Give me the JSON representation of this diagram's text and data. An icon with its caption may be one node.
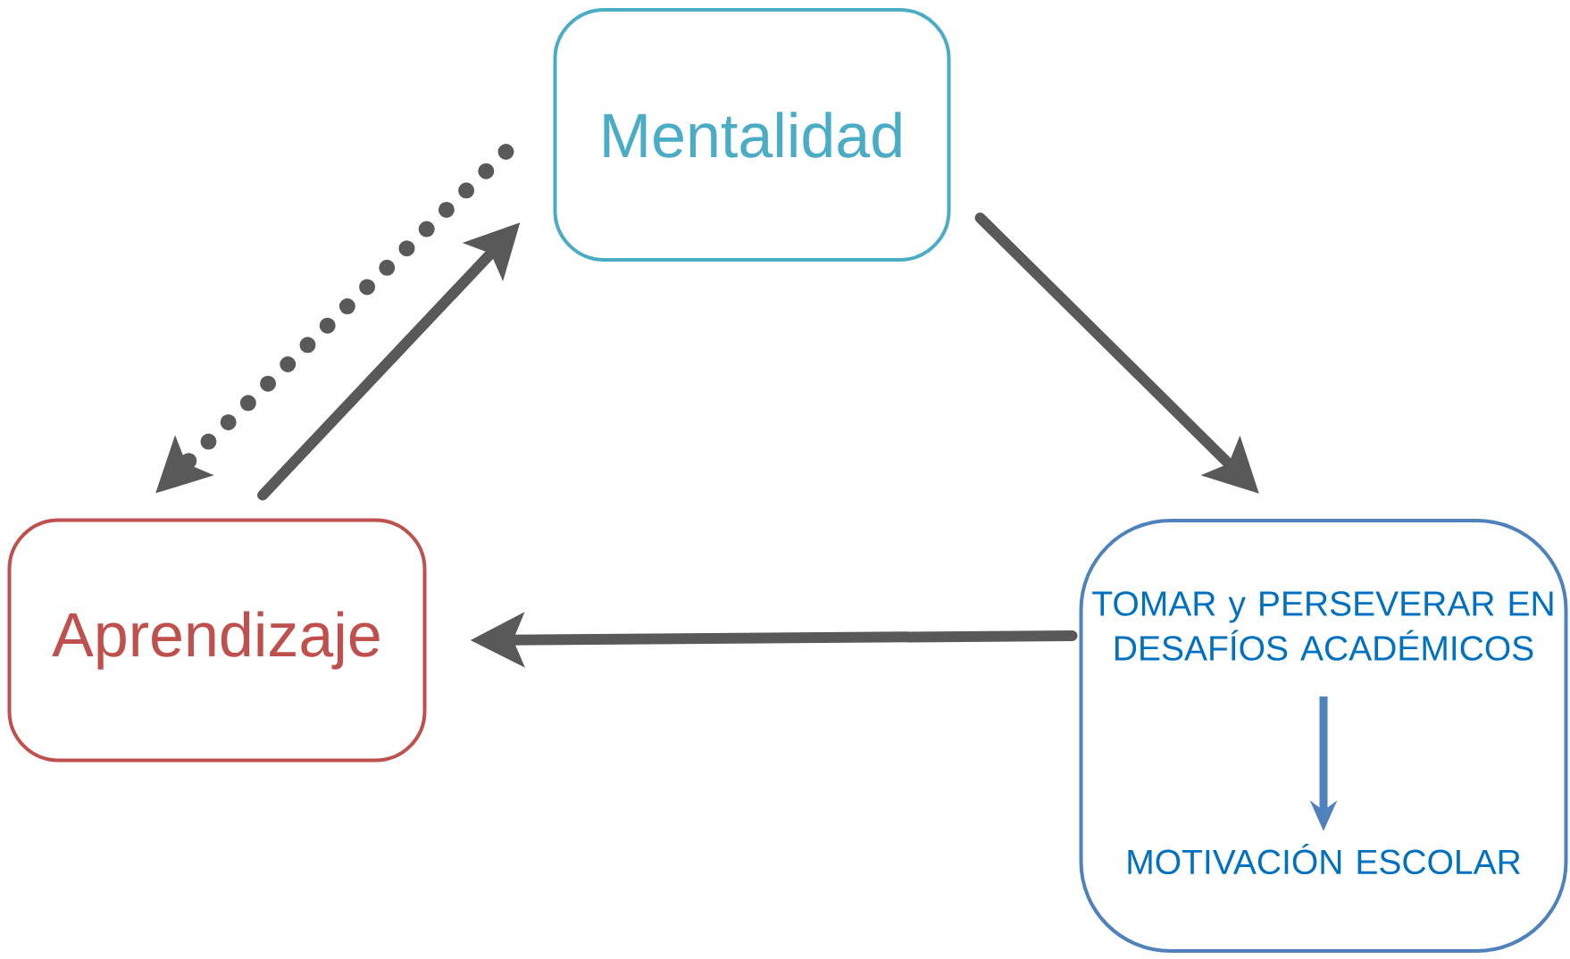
{
  "diagram": {
    "nodes": [
      {
        "text": [
          "Mentalidad"
        ]
      },
      {
        "text": [
          "Aprendizaje"
        ]
      },
      {
        "text": [],
        "shape": "box"
      },
      {
        "text": [
          "TOMAR y PERSEVERAR EN DESAFÍOS ACADÉMICOS"
        ],
        "in": 2
      },
      {
        "text": [
          "MOTIVACIÓN ESCOLAR"
        ],
        "in": 2
      }
    ],
    "edges": [
      {
        "from": 1,
        "to": 0,
        "arrow": "to"
      },
      {
        "from": 0,
        "to": 1,
        "arrow": "to",
        "style": "dashed"
      },
      {
        "from": 0,
        "to": 2,
        "arrow": "to"
      },
      {
        "from": 2,
        "to": 1,
        "arrow": "to"
      },
      {
        "from": 3,
        "to": 4,
        "arrow": "to",
        "color": "#4f81bd"
      }
    ]
  }
}
